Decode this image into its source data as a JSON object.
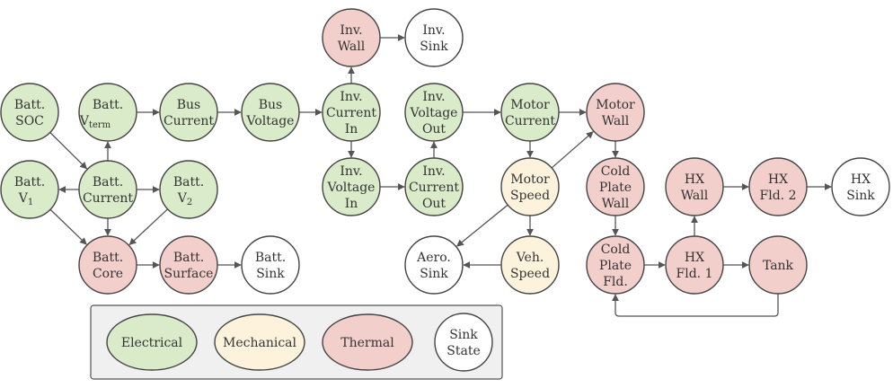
{
  "colors": {
    "electrical": "#d9ebc9",
    "mechanical": "#fdf3dc",
    "thermal": "#f3cfcb",
    "sink": "#ffffff",
    "stroke": "#444444",
    "edge": "#555555"
  },
  "nodes": [
    {
      "id": "batt-soc",
      "type": "electrical",
      "lines": [
        "Batt.",
        "SOC"
      ]
    },
    {
      "id": "batt-vterm",
      "type": "electrical",
      "lines": [
        "Batt."
      ],
      "sub_main": "V",
      "sub_text": "term"
    },
    {
      "id": "bus-current",
      "type": "electrical",
      "lines": [
        "Bus",
        "Current"
      ]
    },
    {
      "id": "bus-voltage",
      "type": "electrical",
      "lines": [
        "Bus",
        "Voltage"
      ]
    },
    {
      "id": "inv-current-in",
      "type": "electrical",
      "lines": [
        "Inv.",
        "Current",
        "In"
      ]
    },
    {
      "id": "inv-voltage-out",
      "type": "electrical",
      "lines": [
        "Inv.",
        "Voltage",
        "Out"
      ]
    },
    {
      "id": "motor-current",
      "type": "electrical",
      "lines": [
        "Motor",
        "Current"
      ]
    },
    {
      "id": "motor-wall",
      "type": "thermal",
      "lines": [
        "Motor",
        "Wall"
      ]
    },
    {
      "id": "inv-wall",
      "type": "thermal",
      "lines": [
        "Inv.",
        "Wall"
      ]
    },
    {
      "id": "inv-sink",
      "type": "sink",
      "lines": [
        "Inv.",
        "Sink"
      ]
    },
    {
      "id": "batt-v1",
      "type": "electrical",
      "lines": [
        "Batt."
      ],
      "sub_main": "V",
      "sub_text": "1"
    },
    {
      "id": "batt-current",
      "type": "electrical",
      "lines": [
        "Batt.",
        "Current"
      ]
    },
    {
      "id": "batt-v2",
      "type": "electrical",
      "lines": [
        "Batt."
      ],
      "sub_main": "V",
      "sub_text": "2"
    },
    {
      "id": "inv-voltage-in",
      "type": "electrical",
      "lines": [
        "Inv.",
        "Voltage",
        "In"
      ]
    },
    {
      "id": "inv-current-out",
      "type": "electrical",
      "lines": [
        "Inv.",
        "Current",
        "Out"
      ]
    },
    {
      "id": "motor-speed",
      "type": "mechanical",
      "lines": [
        "Motor",
        "Speed"
      ]
    },
    {
      "id": "cold-plate-wall",
      "type": "thermal",
      "lines": [
        "Cold",
        "Plate",
        "Wall"
      ]
    },
    {
      "id": "hx-wall",
      "type": "thermal",
      "lines": [
        "HX",
        "Wall"
      ]
    },
    {
      "id": "hx-fld2",
      "type": "thermal",
      "lines": [
        "HX",
        "Fld. 2"
      ]
    },
    {
      "id": "hx-sink",
      "type": "sink",
      "lines": [
        "HX",
        "Sink"
      ]
    },
    {
      "id": "batt-core",
      "type": "thermal",
      "lines": [
        "Batt.",
        "Core"
      ]
    },
    {
      "id": "batt-surface",
      "type": "thermal",
      "lines": [
        "Batt.",
        "Surface"
      ]
    },
    {
      "id": "batt-sink",
      "type": "sink",
      "lines": [
        "Batt.",
        "Sink"
      ]
    },
    {
      "id": "aero-sink",
      "type": "sink",
      "lines": [
        "Aero.",
        "Sink"
      ]
    },
    {
      "id": "veh-speed",
      "type": "mechanical",
      "lines": [
        "Veh.",
        "Speed"
      ]
    },
    {
      "id": "cold-plate-fld",
      "type": "thermal",
      "lines": [
        "Cold",
        "Plate",
        "Fld."
      ]
    },
    {
      "id": "hx-fld1",
      "type": "thermal",
      "lines": [
        "HX",
        "Fld. 1"
      ]
    },
    {
      "id": "tank",
      "type": "thermal",
      "lines": [
        "Tank"
      ]
    }
  ],
  "edges": [
    [
      "batt-soc",
      "batt-current"
    ],
    [
      "batt-current",
      "batt-vterm"
    ],
    [
      "batt-current",
      "batt-v1"
    ],
    [
      "batt-current",
      "batt-v2"
    ],
    [
      "batt-current",
      "batt-core"
    ],
    [
      "batt-v1",
      "batt-core"
    ],
    [
      "batt-v2",
      "batt-core"
    ],
    [
      "batt-vterm",
      "bus-current"
    ],
    [
      "bus-current",
      "bus-voltage"
    ],
    [
      "bus-voltage",
      "inv-current-in"
    ],
    [
      "inv-current-in",
      "inv-wall"
    ],
    [
      "inv-wall",
      "inv-sink"
    ],
    [
      "inv-current-in",
      "inv-voltage-in"
    ],
    [
      "inv-voltage-in",
      "inv-current-out"
    ],
    [
      "inv-current-out",
      "inv-voltage-out"
    ],
    [
      "inv-voltage-out",
      "motor-current"
    ],
    [
      "motor-current",
      "motor-wall"
    ],
    [
      "motor-current",
      "motor-speed"
    ],
    [
      "motor-speed",
      "motor-wall"
    ],
    [
      "motor-speed",
      "veh-speed"
    ],
    [
      "motor-speed",
      "aero-sink"
    ],
    [
      "veh-speed",
      "aero-sink"
    ],
    [
      "motor-wall",
      "cold-plate-wall"
    ],
    [
      "cold-plate-wall",
      "cold-plate-fld"
    ],
    [
      "cold-plate-fld",
      "hx-fld1"
    ],
    [
      "hx-fld1",
      "tank"
    ],
    [
      "hx-fld1",
      "hx-wall"
    ],
    [
      "hx-wall",
      "hx-fld2"
    ],
    [
      "hx-fld2",
      "hx-sink"
    ],
    [
      "batt-core",
      "batt-surface"
    ],
    [
      "batt-surface",
      "batt-sink"
    ]
  ],
  "loop_edge": [
    "tank",
    "cold-plate-fld"
  ],
  "legend": [
    {
      "id": "electrical",
      "type": "electrical",
      "lines": [
        "Electrical"
      ]
    },
    {
      "id": "mechanical",
      "type": "mechanical",
      "lines": [
        "Mechanical"
      ]
    },
    {
      "id": "thermal",
      "type": "thermal",
      "lines": [
        "Thermal"
      ]
    },
    {
      "id": "sink",
      "type": "sink",
      "lines": [
        "Sink",
        "State"
      ]
    }
  ]
}
